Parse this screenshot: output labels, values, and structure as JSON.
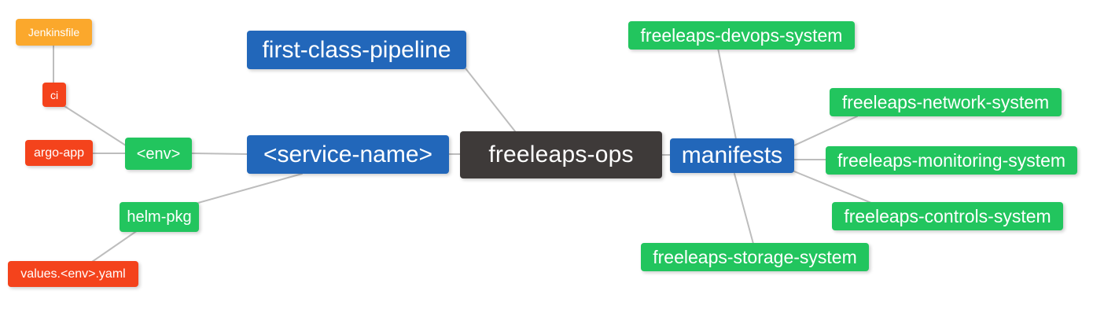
{
  "diagram": {
    "title": "freeleaps-ops",
    "type": "mind-map",
    "background": "#ffffff",
    "edge_color": "#bdbdbd",
    "palette": {
      "root": "#3e3a39",
      "blue": "#2267ba",
      "green": "#22c55e",
      "orange": "#fba82c",
      "red": "#f4431c",
      "text": "#ffffff"
    },
    "nodes": [
      {
        "id": "jenkinsfile",
        "label": "Jenkinsfile",
        "color": "orange"
      },
      {
        "id": "ci",
        "label": "ci",
        "color": "red"
      },
      {
        "id": "argo-app",
        "label": "argo-app",
        "color": "red"
      },
      {
        "id": "env",
        "label": "<env>",
        "color": "green"
      },
      {
        "id": "helm-pkg",
        "label": "helm-pkg",
        "color": "green"
      },
      {
        "id": "values-env-yaml",
        "label": "values.<env>.yaml",
        "color": "red"
      },
      {
        "id": "first-class-pipeline",
        "label": "first-class-pipeline",
        "color": "blue"
      },
      {
        "id": "service-name",
        "label": "<service-name>",
        "color": "blue"
      },
      {
        "id": "freeleaps-ops",
        "label": "freeleaps-ops",
        "color": "root"
      },
      {
        "id": "manifests",
        "label": "manifests",
        "color": "blue"
      },
      {
        "id": "freeleaps-devops-system",
        "label": "freeleaps-devops-system",
        "color": "green"
      },
      {
        "id": "freeleaps-network-system",
        "label": "freeleaps-network-system",
        "color": "green"
      },
      {
        "id": "freeleaps-monitoring-system",
        "label": "freeleaps-monitoring-system",
        "color": "green"
      },
      {
        "id": "freeleaps-controls-system",
        "label": "freeleaps-controls-system",
        "color": "green"
      },
      {
        "id": "freeleaps-storage-system",
        "label": "freeleaps-storage-system",
        "color": "green"
      }
    ],
    "edges": [
      {
        "from": "jenkinsfile",
        "to": "ci"
      },
      {
        "from": "ci",
        "to": "env"
      },
      {
        "from": "argo-app",
        "to": "env"
      },
      {
        "from": "env",
        "to": "service-name"
      },
      {
        "from": "helm-pkg",
        "to": "service-name"
      },
      {
        "from": "values-env-yaml",
        "to": "helm-pkg"
      },
      {
        "from": "service-name",
        "to": "freeleaps-ops"
      },
      {
        "from": "first-class-pipeline",
        "to": "freeleaps-ops"
      },
      {
        "from": "freeleaps-ops",
        "to": "manifests"
      },
      {
        "from": "manifests",
        "to": "freeleaps-devops-system"
      },
      {
        "from": "manifests",
        "to": "freeleaps-network-system"
      },
      {
        "from": "manifests",
        "to": "freeleaps-monitoring-system"
      },
      {
        "from": "manifests",
        "to": "freeleaps-controls-system"
      },
      {
        "from": "manifests",
        "to": "freeleaps-storage-system"
      }
    ]
  }
}
